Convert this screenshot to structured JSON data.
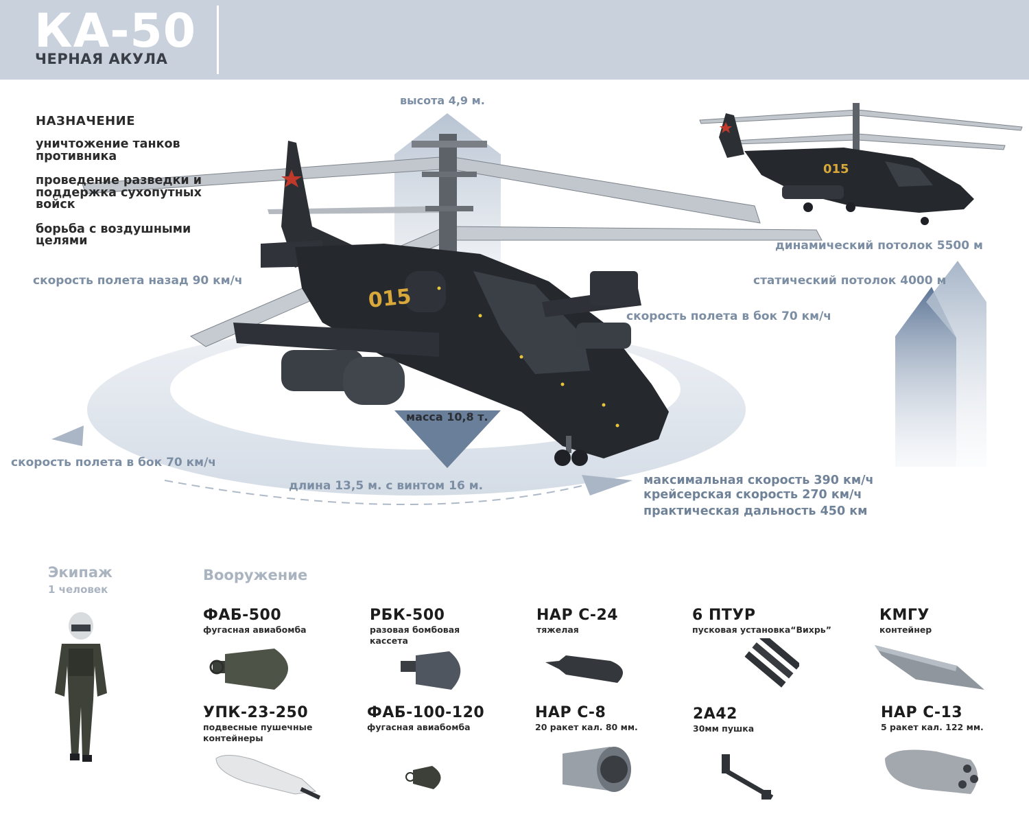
{
  "header": {
    "title": "КА-50",
    "subtitle": "ЧЕРНАЯ АКУЛА"
  },
  "purpose": {
    "heading": "НАЗНАЧЕНИЕ",
    "items": [
      "уничтожение танков противника",
      "проведение разведки и поддержка сухопутных войск",
      "борьба с воздушными целями"
    ]
  },
  "stats": {
    "height": "высота 4,9 м.",
    "speed_back": "скорость полета назад  90 км/ч",
    "speed_side_right": "скорость полета в бок  70 км/ч",
    "speed_side_left": "скорость полета в бок  70 км/ч",
    "mass": "масса 10,8 т.",
    "length": "длина 13,5 м. с винтом 16 м.",
    "dynamic_ceiling": "динамический потолок 5500 м",
    "static_ceiling": "статический потолок 4000 м"
  },
  "performance": {
    "max_speed": "максимальная скорость  390 км/ч",
    "cruise_speed": "крейсерская скорость  270 км/ч",
    "range": "практическая дальность  450 км"
  },
  "side_number": "015",
  "crew": {
    "heading": "Экипаж",
    "value": "1 человек"
  },
  "armament": {
    "heading": "Вооружение",
    "items": [
      {
        "name": "ФАБ-500",
        "desc": "фугасная авиабомба"
      },
      {
        "name": "РБК-500",
        "desc": "разовая бомбовая кассета"
      },
      {
        "name": "НАР С-24",
        "desc": "тяжелая"
      },
      {
        "name": "6 ПТУР",
        "desc": "пусковая установка“Вихрь”"
      },
      {
        "name": "КМГУ",
        "desc": "контейнер"
      },
      {
        "name": "УПК-23-250",
        "desc": "подвесные пушечные контейнеры"
      },
      {
        "name": "ФАБ-100-120",
        "desc": "фугасная авиабомба"
      },
      {
        "name": "НАР С-8",
        "desc": "20 ракет кал. 80 мм."
      },
      {
        "name": "2А42",
        "desc": "30мм пушка"
      },
      {
        "name": "НАР С-13",
        "desc": "5 ракет кал. 122 мм."
      }
    ]
  },
  "colors": {
    "header_bg": "#c9d1dd",
    "stat_text": "#7c8ea3",
    "helicopter": "#25282d",
    "side_number": "#d8a93a"
  }
}
